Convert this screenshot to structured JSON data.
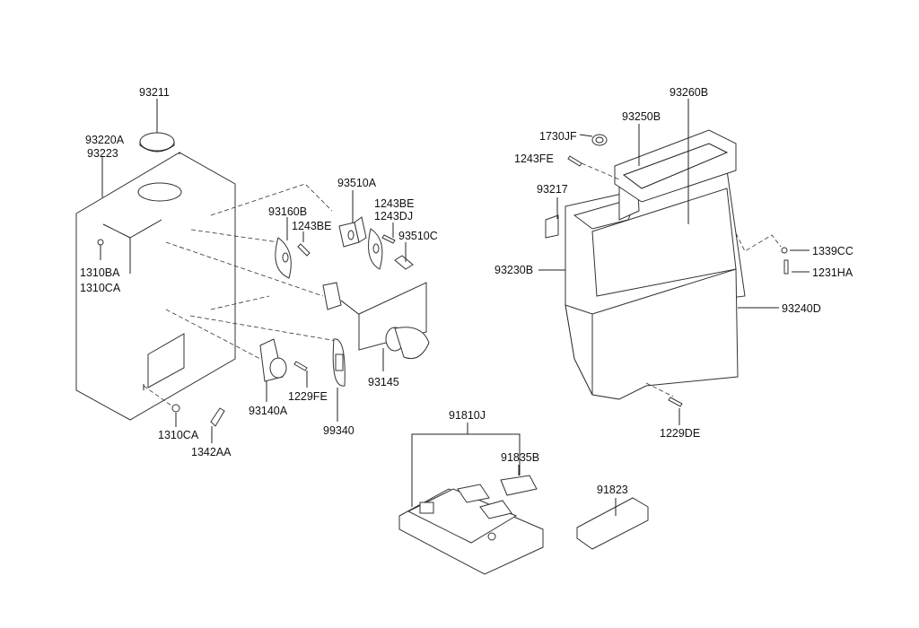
{
  "diagram": {
    "type": "exploded-parts-diagram",
    "labels": {
      "p93211": "93211",
      "p93220A": "93220A",
      "p93223": "93223",
      "p1310BA": "1310BA",
      "p1310CA_a": "1310CA",
      "p93160B": "93160B",
      "p1243BE_a": "1243BE",
      "p93510A": "93510A",
      "p1243BE_b": "1243BE",
      "p1243DJ": "1243DJ",
      "p93510C": "93510C",
      "p93145": "93145",
      "p93140A": "93140A",
      "p1229FE": "1229FE",
      "p99340": "99340",
      "p1310CA_b": "1310CA",
      "p1342AA": "1342AA",
      "p93260B": "93260B",
      "p93250B": "93250B",
      "p1730JF": "1730JF",
      "p1243FE": "1243FE",
      "p93217": "93217",
      "p93230B": "93230B",
      "p1339CC": "1339CC",
      "p1231HA": "1231HA",
      "p93240D": "93240D",
      "p1229DE": "1229DE",
      "p91810J": "91810J",
      "p91835B": "91835B",
      "p91823": "91823"
    }
  }
}
